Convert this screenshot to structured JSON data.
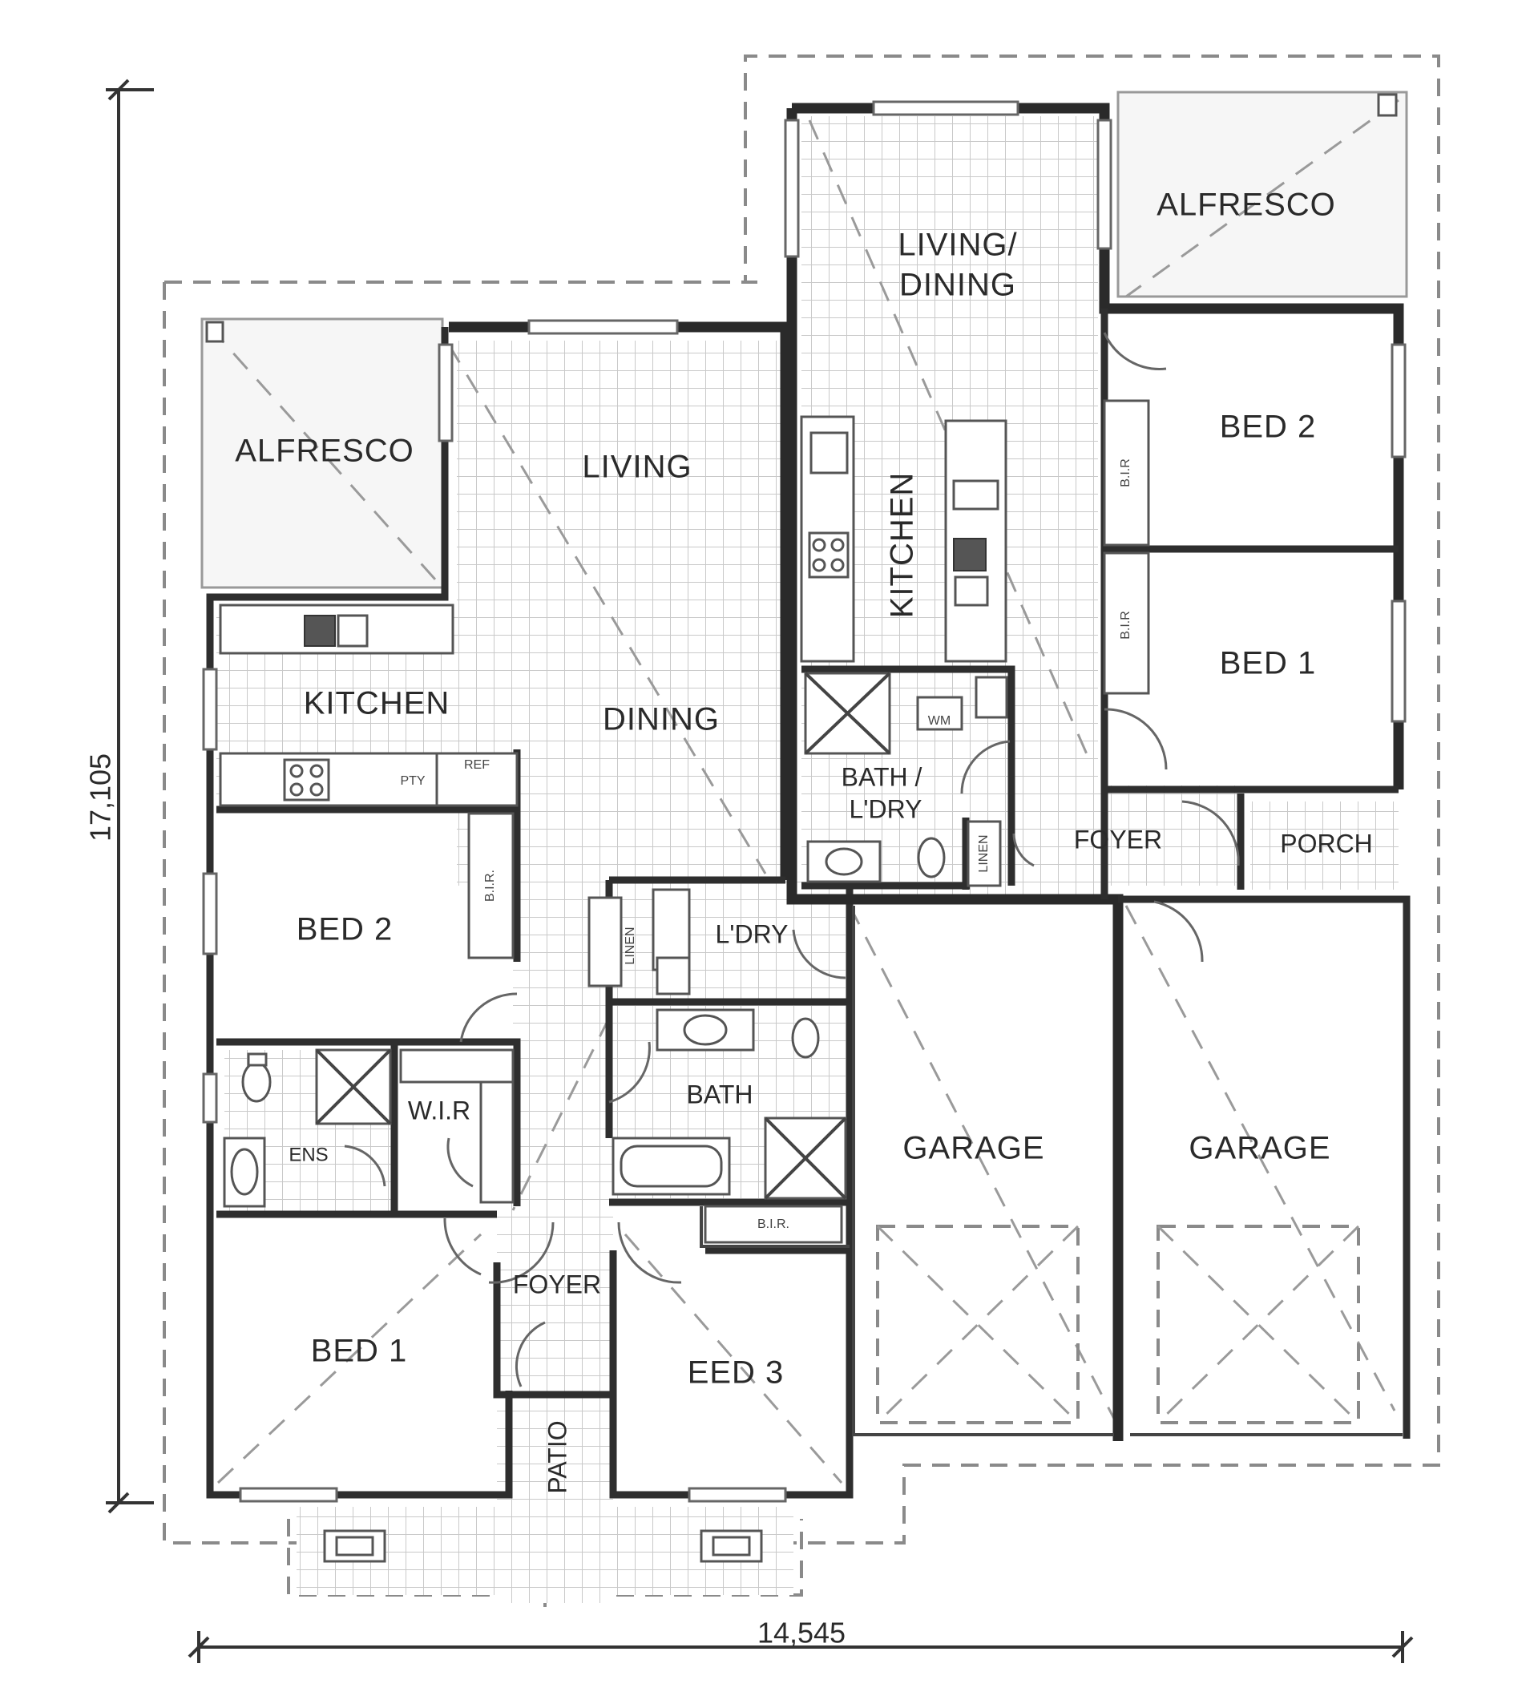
{
  "dimensions": {
    "height_label": "17,105",
    "width_label": "14,545"
  },
  "left_unit": {
    "alfresco": "ALFRESCO",
    "living": "LIVING",
    "kitchen": "KITCHEN",
    "dining": "DINING",
    "pty": "PTY",
    "ref": "REF",
    "bed2": "BED 2",
    "bed2_bir": "B.I.R.",
    "ens": "ENS",
    "wir": "W.I.R",
    "bed1": "BED 1",
    "foyer": "FOYER",
    "patio": "PATIO",
    "bed3": "EED 3",
    "linen": "LINEN",
    "laundry": "L'DRY",
    "bath": "BATH",
    "bath_bir": "B.I.R.",
    "garage": "GARAGE"
  },
  "right_unit": {
    "alfresco": "ALFRESCO",
    "living_dining_line1": "LIVING/",
    "living_dining_line2": "DINING",
    "kitchen": "KITCHEN",
    "bed2": "BED 2",
    "bed2_bir": "B.I.R",
    "bed1": "BED 1",
    "bed1_bir": "B.I.R",
    "wm": "WM",
    "bath_laundry_line1": "BATH /",
    "bath_laundry_line2": "L'DRY",
    "linen": "LINEN",
    "foyer": "FOYER",
    "porch": "PORCH",
    "garage": "GARAGE"
  }
}
